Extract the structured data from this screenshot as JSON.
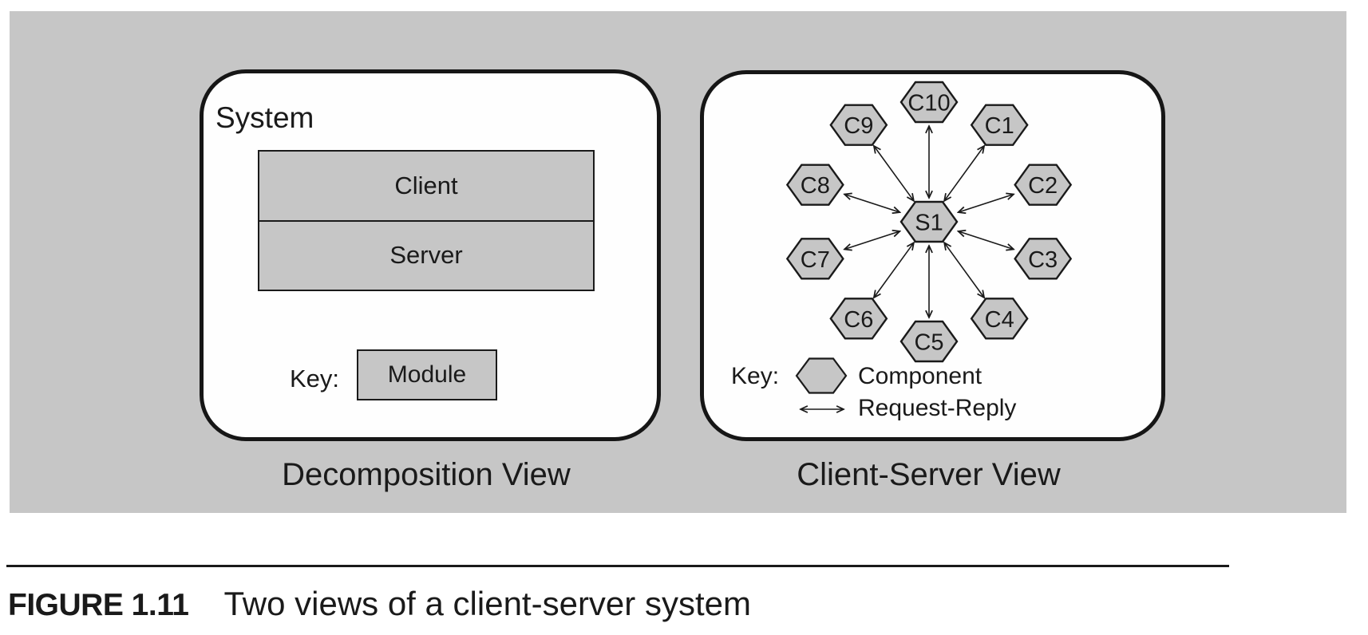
{
  "colors": {
    "canvas_gray": "#c6c6c6",
    "panel_white": "#fefefe",
    "ink_black": "#1a1a1a",
    "shape_fill_gray": "#c6c6c6"
  },
  "left_panel": {
    "title": "System",
    "modules": [
      "Client",
      "Server"
    ],
    "key_label": "Key:",
    "key_item_label": "Module",
    "view_label": "Decomposition View"
  },
  "right_panel": {
    "view_label": "Client-Server View",
    "key_label": "Key:",
    "key_component_label": "Component",
    "key_connector_label": "Request-Reply",
    "diagram": {
      "center_node": "S1",
      "ring_nodes": [
        "C10",
        "C1",
        "C2",
        "C3",
        "C4",
        "C5",
        "C6",
        "C7",
        "C8",
        "C9"
      ],
      "connector_type": "request-reply double-headed arrow"
    }
  },
  "figure": {
    "label": "FIGURE 1.11",
    "caption": "Two views of a client-server system"
  }
}
